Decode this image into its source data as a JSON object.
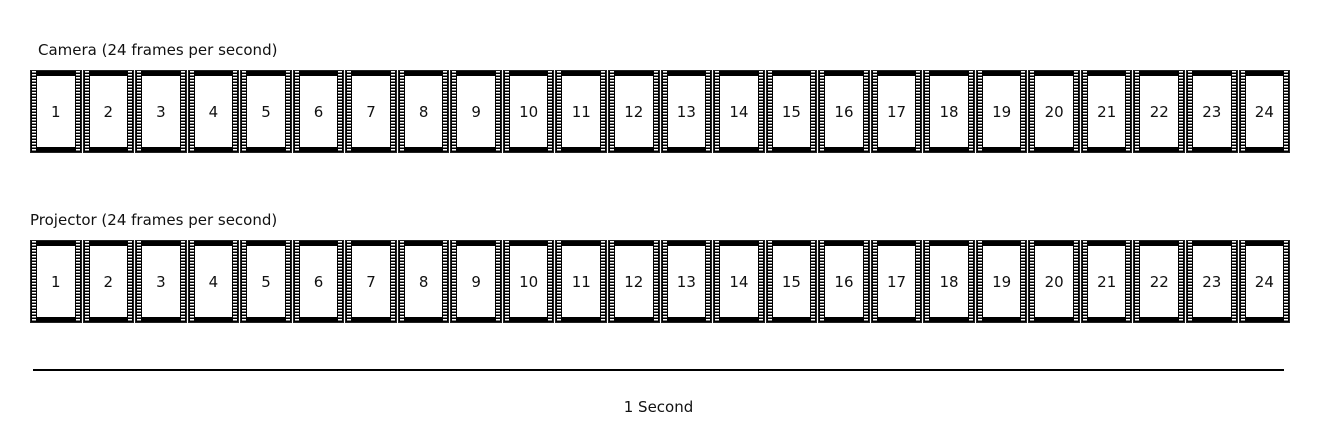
{
  "rows": [
    {
      "label": "Camera (24 frames per second)",
      "frame_count": 24
    },
    {
      "label": "Projector (24 frames per second)",
      "frame_count": 24
    }
  ],
  "frames": [
    "1",
    "2",
    "3",
    "4",
    "5",
    "6",
    "7",
    "8",
    "9",
    "10",
    "11",
    "12",
    "13",
    "14",
    "15",
    "16",
    "17",
    "18",
    "19",
    "20",
    "21",
    "22",
    "23",
    "24"
  ],
  "timeline_label": "1 Second"
}
